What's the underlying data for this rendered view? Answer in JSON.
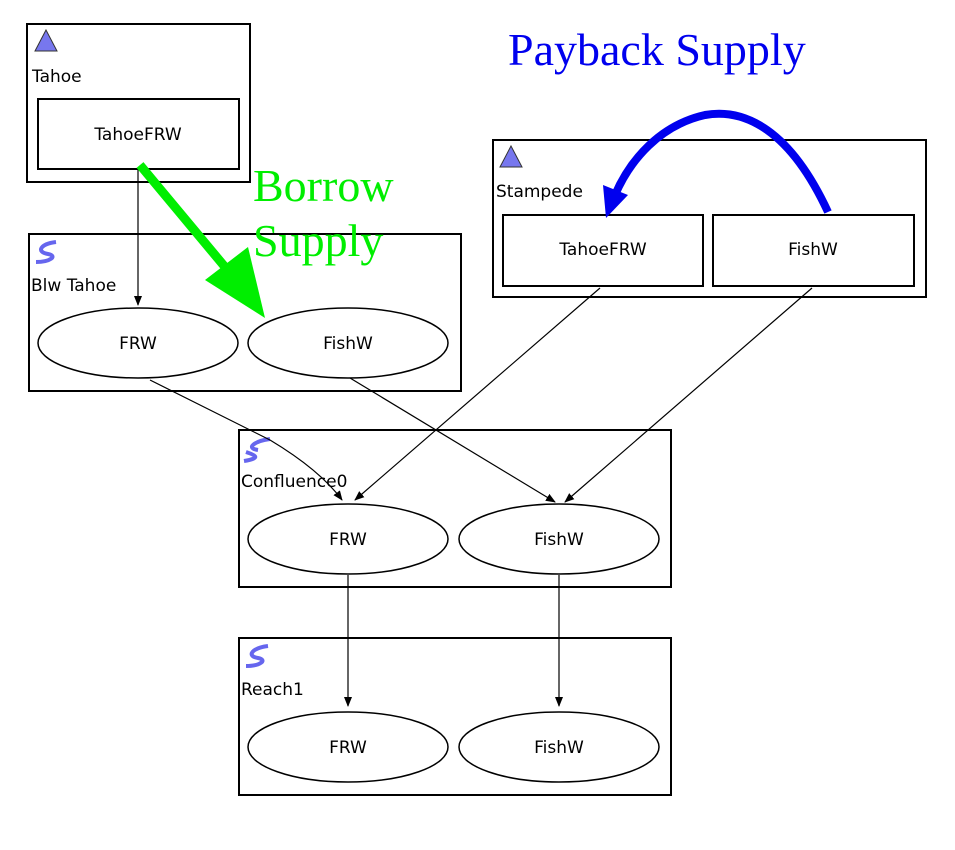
{
  "colors": {
    "borrow": "#00ee00",
    "payback": "#0000ee",
    "icon": "#7777ee"
  },
  "annotations": {
    "borrow_line1": "Borrow",
    "borrow_line2": "Supply",
    "payback": "Payback Supply"
  },
  "groups": {
    "tahoe": {
      "label": "Tahoe",
      "icon": "reservoir-triangle-icon",
      "nodes": [
        "TahoeFRW"
      ]
    },
    "blw_tahoe": {
      "label": "Blw Tahoe",
      "icon": "reach-icon",
      "nodes": [
        "FRW",
        "FishW"
      ]
    },
    "stampede": {
      "label": "Stampede",
      "icon": "reservoir-triangle-icon",
      "nodes": [
        "TahoeFRW",
        "FishW"
      ]
    },
    "confluence": {
      "label": "Confluence0",
      "icon": "confluence-icon",
      "nodes": [
        "FRW",
        "FishW"
      ]
    },
    "reach1": {
      "label": "Reach1",
      "icon": "reach-icon",
      "nodes": [
        "FRW",
        "FishW"
      ]
    }
  }
}
